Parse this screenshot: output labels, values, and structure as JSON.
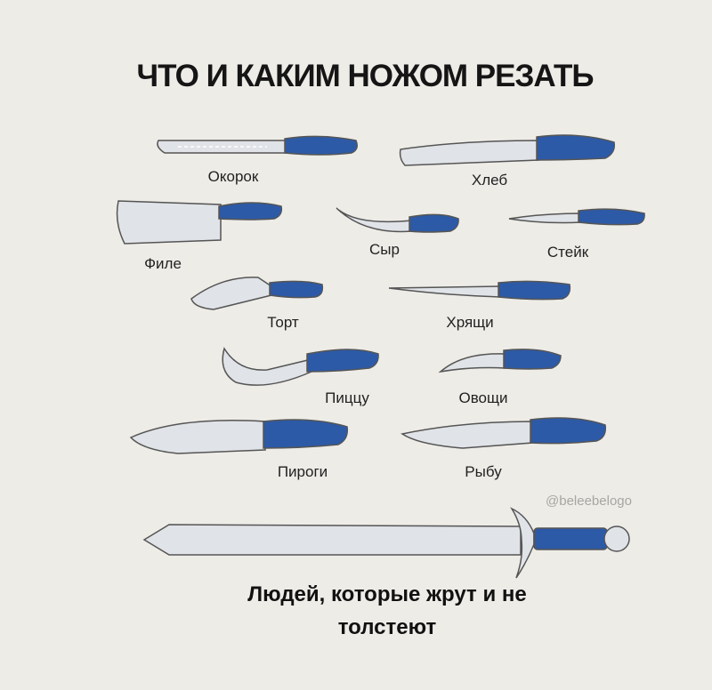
{
  "title": "ЧТО И КАКИМ НОЖОМ РЕЗАТЬ",
  "knives": [
    {
      "label": "Окорок"
    },
    {
      "label": "Хлеб"
    },
    {
      "label": "Филе"
    },
    {
      "label": "Сыр"
    },
    {
      "label": "Стейк"
    },
    {
      "label": "Торт"
    },
    {
      "label": "Хрящи"
    },
    {
      "label": "Пиццу"
    },
    {
      "label": "Овощи"
    },
    {
      "label": "Пироги"
    },
    {
      "label": "Рыбу"
    }
  ],
  "sword_caption": {
    "line1": "Людей, которые жрут и не",
    "line2": "толстеют"
  },
  "watermark": "@beleebelogo",
  "colors": {
    "handle": "#2d5aa6",
    "blade": "#dfe2e6",
    "outline": "#555555",
    "background": "#eeece7"
  }
}
